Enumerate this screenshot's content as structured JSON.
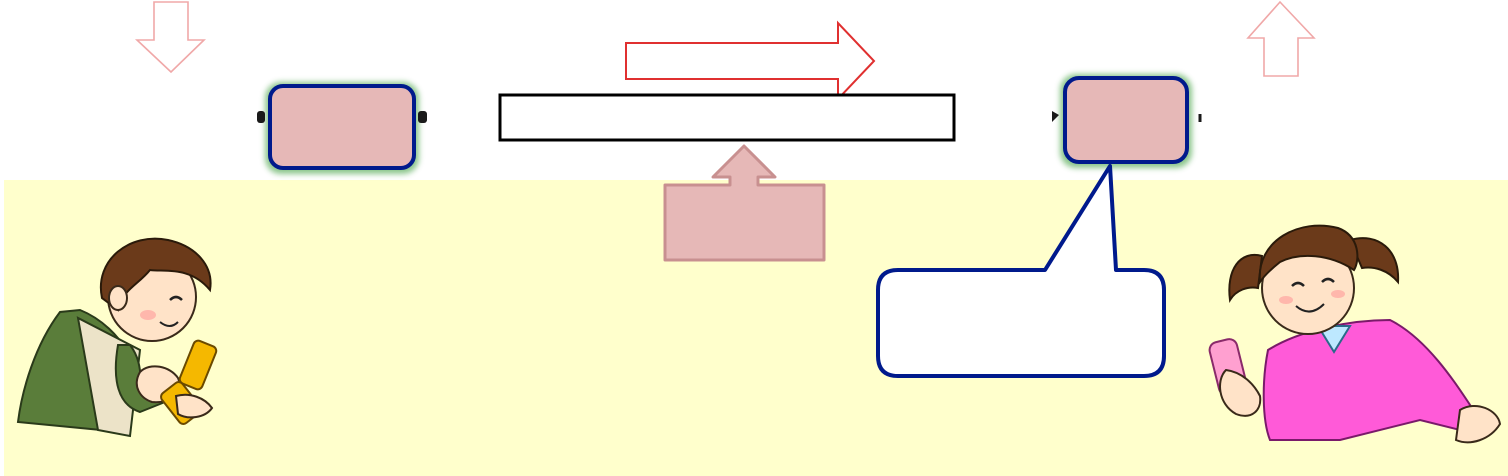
{
  "colors": {
    "page_background": "#ffffff",
    "receiver_area": "#ffffcc",
    "station_fill": "#e6b8b7",
    "station_border": "#001a8c",
    "station_glow": "#7fbf7f",
    "transmission_arrow": "#e03030",
    "small_arrow": "#f0a8a8",
    "input_arrow_fill": "#e6b8b7",
    "input_arrow_border": "#c89090",
    "callout_border": "#001a8c",
    "channel_border": "#000000",
    "boy_shirt": "#5a7d3a",
    "boy_vest": "#ece3c8",
    "phone_yellow": "#f5b800",
    "girl_jacket": "#ff5ad8",
    "girl_phone": "#ffa0d0",
    "hair": "#6b3a1a",
    "skin": "#ffe3c8"
  },
  "icons": {
    "sender": "boy-with-flip-phone",
    "receiver": "girl-with-phone",
    "down": "arrow-down",
    "up": "arrow-up",
    "transmission": "arrow-right",
    "input": "arrow-up"
  }
}
